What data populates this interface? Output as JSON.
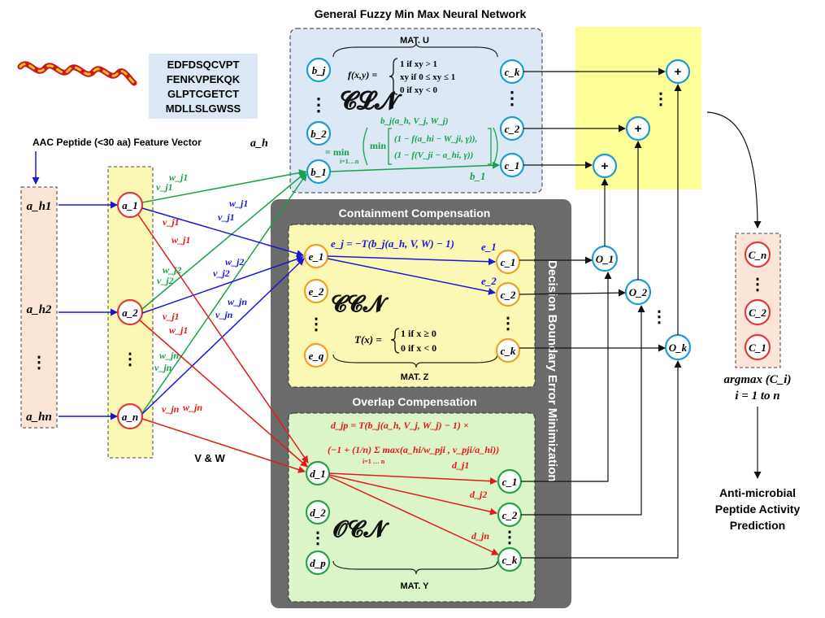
{
  "title": "General Fuzzy Min Max Neural Network",
  "peptide": {
    "sequence_lines": [
      "EDFDSQCVPT",
      "FENKVPEKQK",
      "GLPTCGETCT",
      "MDLLSLGWSS"
    ],
    "feature_label": "AAC Peptide (<30 aa) Feature Vector",
    "feature_symbol": "a_h"
  },
  "input_nodes": [
    "a_h1",
    "a_h2",
    "⋮",
    "a_hn"
  ],
  "hidden_nodes": [
    "a_1",
    "a_2",
    "⋮",
    "a_n"
  ],
  "vw_label": "V & W",
  "cln": {
    "matrix_label": "MAT. U",
    "name": "𝓒𝓛𝓝",
    "nodes_left": [
      "b_j",
      "⋮",
      "b_2",
      "b_1"
    ],
    "nodes_right": [
      "c_k",
      "⋮",
      "c_2",
      "c_1"
    ],
    "f_lines": [
      "1   if  xy > 1",
      "xy   if  0 ≤ xy ≤ 1",
      "0   if  xy < 0"
    ],
    "f_lhs": "f(x,y) =",
    "b_formula_top": "b_j(a_h, V_j, W_j)",
    "b_formula_eq": "= min",
    "b_formula_idx": "i=1…n",
    "b_formula_min": "min",
    "b_formula_r1": "(1 − f(a_hi − W_ji, γ)),",
    "b_formula_r2": "(1 − f(V_ji − a_hi, γ))",
    "edge_label": "b_1"
  },
  "containment": {
    "header": "Containment Compensation",
    "name": "𝓒𝓒𝓝",
    "matrix_label": "MAT. Z",
    "nodes_left": [
      "e_1",
      "e_2",
      "⋮",
      "e_q"
    ],
    "nodes_right": [
      "c_1",
      "c_2",
      "⋮",
      "c_k"
    ],
    "e_formula": "e_j = −T(b_j(a_h, V, W) − 1)",
    "edge_labels": [
      "e_1",
      "e_2"
    ],
    "t_lhs": "T(x) =",
    "t_lines": [
      "1   if   x ≥ 0",
      "0   if   x < 0"
    ]
  },
  "overlap": {
    "header": "Overlap Compensation",
    "name": "𝓞𝓒𝓝",
    "matrix_label": "MAT. Y",
    "nodes_left": [
      "d_1",
      "d_2",
      "⋮",
      "d_p"
    ],
    "nodes_right": [
      "c_1",
      "c_2",
      "⋮",
      "c_k"
    ],
    "d_formula_1": "d_jp = T(b_j(a_h, V_j, W_j) − 1) ×",
    "d_formula_2": "(−1 + (1/n) Σ max(a_hi/w_pji , v_pji/a_hi))",
    "d_formula_sum": "i=1 … n",
    "edge_labels": [
      "d_j1",
      "d_j2",
      "d_jn"
    ]
  },
  "side_label": "Decision Boundary Error Minimization",
  "output_o": [
    "O_1",
    "O_2",
    "⋮",
    "O_k"
  ],
  "plus_nodes": [
    "+",
    "+",
    "+"
  ],
  "plus_dots": "⋮",
  "class_nodes": [
    "C_n",
    "⋮",
    "C_2",
    "C_1"
  ],
  "argmax_1": "argmax (C_i)",
  "argmax_2": "i = 1 to n",
  "prediction": [
    "Anti-microbial",
    "Peptide Activity",
    "Prediction"
  ],
  "weight_labels": {
    "green": [
      "w_j1",
      "v_j1",
      "w_j2",
      "v_j2",
      "w_jn",
      "v_jn"
    ],
    "blue": [
      "w_j1",
      "v_j1",
      "w_j2",
      "v_j2",
      "w_jn",
      "v_jn"
    ],
    "red": [
      "v_j1",
      "w_j1",
      "v_j1",
      "w_j1",
      "v_jn",
      "w_jn"
    ]
  },
  "colors": {
    "green": "#1aa14a",
    "blue": "#1a1ad6",
    "red": "#e01b1b",
    "cln_bg": "#dce8f5",
    "yellow_bg": "#fbf7b5",
    "overlap_bg": "#dcf5c8",
    "dark_bg": "#6b6b6b",
    "pale_bg": "#fbe5d6",
    "plus_bg": "#ffff9a",
    "node_cyan": "#1e9bd7",
    "node_red": "#e03a3a",
    "node_green": "#2aa24a",
    "node_orange": "#f0a020"
  }
}
